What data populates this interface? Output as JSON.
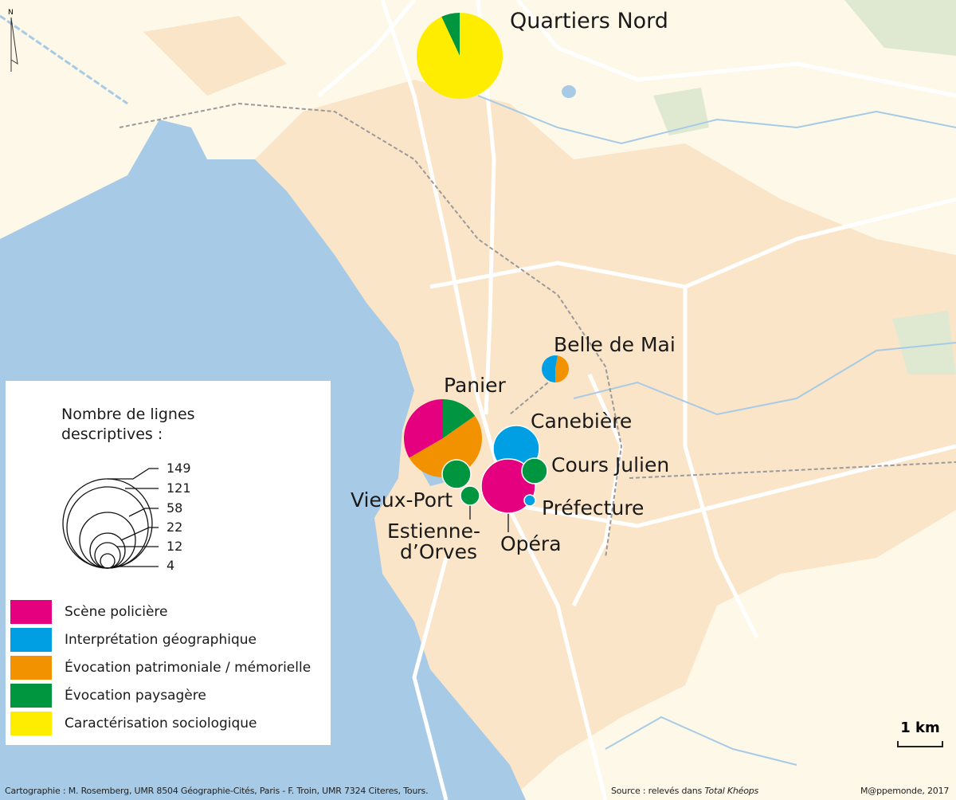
{
  "title_labels": {
    "quartiers_nord": "Quartiers Nord",
    "belle_de_mai": "Belle de Mai",
    "panier": "Panier",
    "canebiere": "Canebière",
    "cours_julien": "Cours Julien",
    "vieux_port": "Vieux-Port",
    "prefecture": "Préfecture",
    "estienne_1": "Estienne-",
    "estienne_2": "d’Orves",
    "opera": "Opéra"
  },
  "colors": {
    "policiere": "#e4007e",
    "geographique": "#009fe3",
    "patrimoniale": "#f39200",
    "paysagere": "#009640",
    "sociologique": "#ffed00",
    "sea": "#a7cbe6",
    "urban": "#fbe5c8",
    "land": "#fdf8e8"
  },
  "north": "N",
  "legend": {
    "title_line1": "Nombre de lignes",
    "title_line2": "descriptives :",
    "sizes": [
      "149",
      "121",
      "58",
      "22",
      "12",
      "4"
    ],
    "categories": [
      {
        "label": "Scène policière",
        "color": "#e4007e"
      },
      {
        "label": "Interprétation géographique",
        "color": "#009fe3"
      },
      {
        "label": "Évocation patrimoniale / mémorielle",
        "color": "#f39200"
      },
      {
        "label": "Évocation paysagère",
        "color": "#009640"
      },
      {
        "label": "Caractérisation sociologique",
        "color": "#ffed00"
      }
    ]
  },
  "scale": "1 km",
  "footer": {
    "credits": "Cartographie : M. Rosemberg, UMR 8504 Géographie-Cités, Paris - F. Troin, UMR 7324 Citeres, Tours.",
    "source_prefix": "Source : relevés dans ",
    "source_title": "Total Khéops",
    "publisher": "M@ppemonde, 2017"
  }
}
